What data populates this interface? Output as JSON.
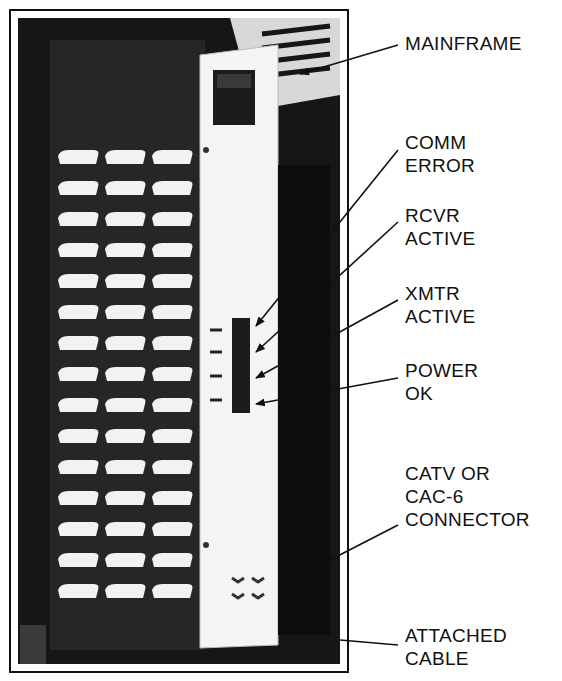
{
  "diagram": {
    "labels": [
      "MAINFRAME",
      "COMM ERROR",
      "RCVR ACTIVE",
      "XMTR ACTIVE",
      "POWER OK",
      "CATV OR CAC-6 CONNECTOR",
      "ATTACHED CABLE"
    ]
  }
}
